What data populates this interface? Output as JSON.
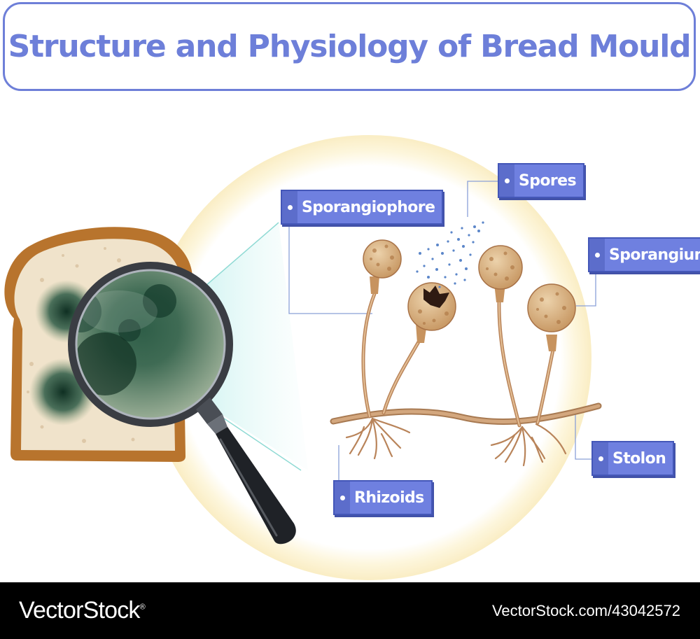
{
  "title": "Structure and Physiology of Bread Mould",
  "labels": {
    "sporangiophore": "Sporangiophore",
    "spores": "Spores",
    "sporangium": "Sporangium",
    "stolon": "Stolon",
    "rhizoids": "Rhizoids"
  },
  "icons": {
    "bread": "bread-slice-icon",
    "magnifier": "magnifying-glass-icon"
  },
  "colors": {
    "title": "#6d7fd9",
    "label_fill": "#6f80e0",
    "hypha": "#b98a60",
    "sporangium": "#d6ad7c",
    "mould": "#1f4a38",
    "glow": "#fbf2cf"
  },
  "watermark": {
    "brand": "VectorStock",
    "registered": "®",
    "image_id": "VectorStock.com/43042572"
  }
}
